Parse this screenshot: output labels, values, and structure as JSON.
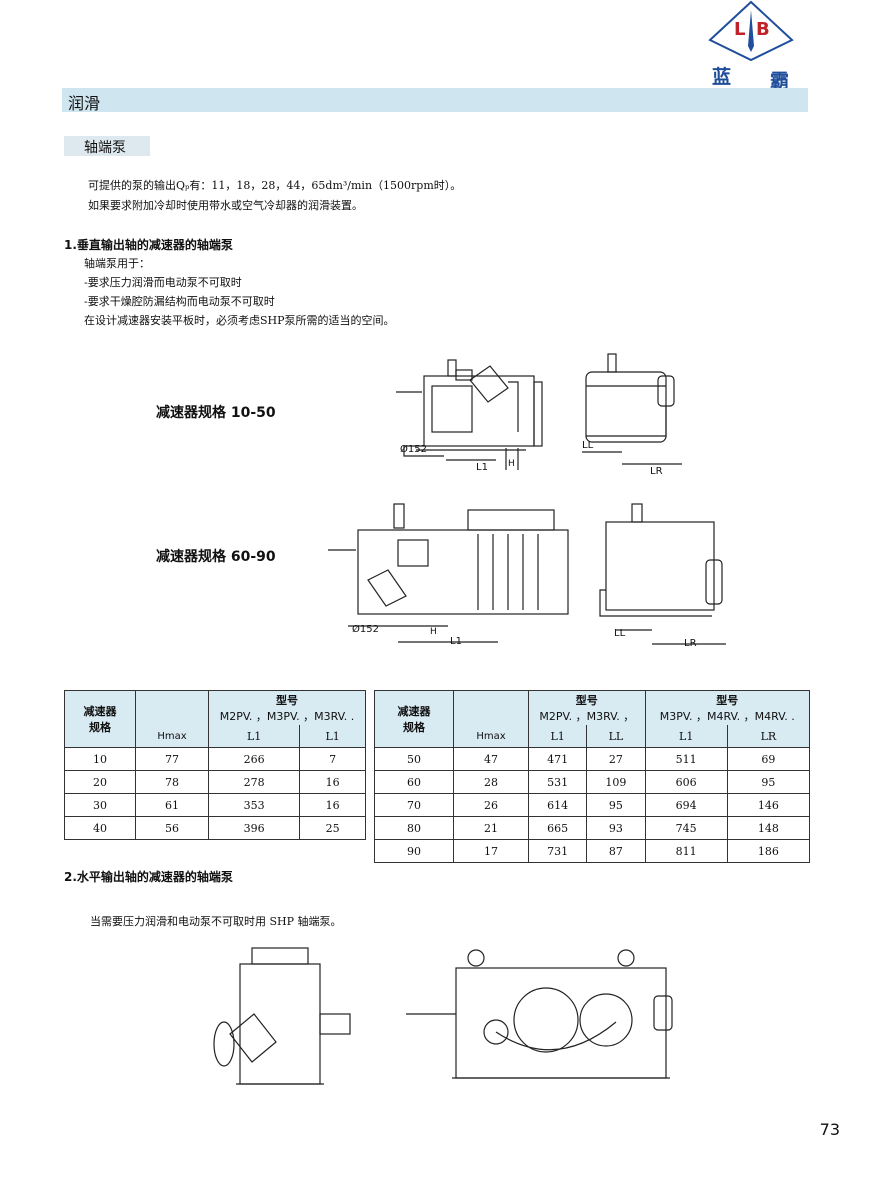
{
  "brand": {
    "logo_letters": "LB",
    "name_left": "蓝",
    "name_right": "霸"
  },
  "section_title": "润滑",
  "subsection_title": "轴端泵",
  "intro": {
    "line1": "可提供的泵的输出Qₚ有：11，18，28，44，65dm³/min（1500rpm时）。",
    "line2": "如果要求附加冷却时使用带水或空气冷却器的润滑装置。"
  },
  "part1": {
    "heading": "1.垂直输出轴的减速器的轴端泵",
    "lines": [
      "轴端泵用于：",
      "-要求压力润滑而电动泵不可取时",
      "-要求干燥腔防漏结构而电动泵不可取时",
      "在设计减速器安装平板时，必须考虑SHP泵所需的适当的空间。"
    ],
    "size_label_1": "减速器规格 10-50",
    "size_label_2": "减速器规格 60-90",
    "dims": {
      "d152": "Ø152",
      "L1": "L1",
      "H": "H",
      "LL": "LL",
      "LR": "LR"
    }
  },
  "table_left": {
    "h_size": "减速器\n规格",
    "h_model": "型号",
    "h_model_sub": "M2PV.  ，M3PV.  ，M3RV.  .",
    "h_hmax": "Hmax",
    "h_L1a": "L1",
    "h_L1b": "L1",
    "rows": [
      [
        "10",
        "77",
        "266",
        "7"
      ],
      [
        "20",
        "78",
        "278",
        "16"
      ],
      [
        "30",
        "61",
        "353",
        "16"
      ],
      [
        "40",
        "56",
        "396",
        "25"
      ]
    ]
  },
  "table_right": {
    "h_size": "减速器\n规格",
    "h_model1": "型号",
    "h_model1_sub": "M2PV.  ，M3RV.  ，",
    "h_model2": "型号",
    "h_model2_sub": "M3PV.  ，M4RV.  ，M4RV.  .",
    "h_hmax": "Hmax",
    "h_L1": "L1",
    "h_LL": "LL",
    "h_L1b": "L1",
    "h_LR": "LR",
    "rows": [
      [
        "50",
        "47",
        "471",
        "27",
        "511",
        "69"
      ],
      [
        "60",
        "28",
        "531",
        "109",
        "606",
        "95"
      ],
      [
        "70",
        "26",
        "614",
        "95",
        "694",
        "146"
      ],
      [
        "80",
        "21",
        "665",
        "93",
        "745",
        "148"
      ],
      [
        "90",
        "17",
        "731",
        "87",
        "811",
        "186"
      ]
    ]
  },
  "part2": {
    "heading": "2.水平输出轴的减速器的轴端泵",
    "text": "当需要压力润滑和电动泵不可取时用 SHP 轴端泵。"
  },
  "page_number": "73"
}
